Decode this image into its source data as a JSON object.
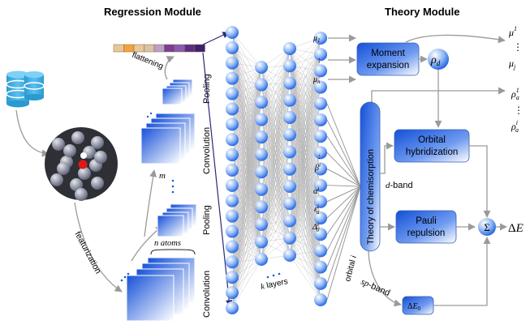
{
  "headings": {
    "regression": "Regression Module",
    "theory": "Theory Module"
  },
  "cnn": {
    "flattening": "flattening",
    "pooling": "Pooling",
    "convolution": "Convolution",
    "m": "m",
    "n_atoms": "n atoms",
    "featurization": "featurization",
    "k_layers": "k layers"
  },
  "outputs": {
    "mu1": "μ1",
    "mun": "μn",
    "beta": "βi",
    "alpha": "αi",
    "eps": "εai",
    "delta0": "Δ0i",
    "dots": ":"
  },
  "theory": {
    "moment_expansion": [
      "Moment",
      "expansion"
    ],
    "rho_d": "ρd",
    "chemisorption": "Theory of chemisorption",
    "d_band": "d-band",
    "orbital_i": "orbital i",
    "sp_band": "sp-band",
    "orbital_hybridization": [
      "Orbital",
      "hybridization"
    ],
    "pauli_repulsion": [
      "Pauli",
      "repulsion"
    ],
    "delta_e0": "ΔE0",
    "sum": "Σ",
    "delta_e": "ΔE",
    "mu_1": "μ1",
    "mu_j": "μj",
    "rho_a1": "ρa1",
    "rho_ai": "ρai"
  },
  "colors": {
    "node_light": "#ffffff",
    "node_dark": "#1a5fe0",
    "arrow": "#9a9a9a",
    "edges": "#b4b4b4",
    "flatten": [
      "#e8c79a",
      "#f4a23c",
      "#e8c79a",
      "#d9c2a8",
      "#b8a0c8",
      "#7a3d9a",
      "#8a5cb0",
      "#5b2d8a",
      "#3c1f70"
    ]
  }
}
